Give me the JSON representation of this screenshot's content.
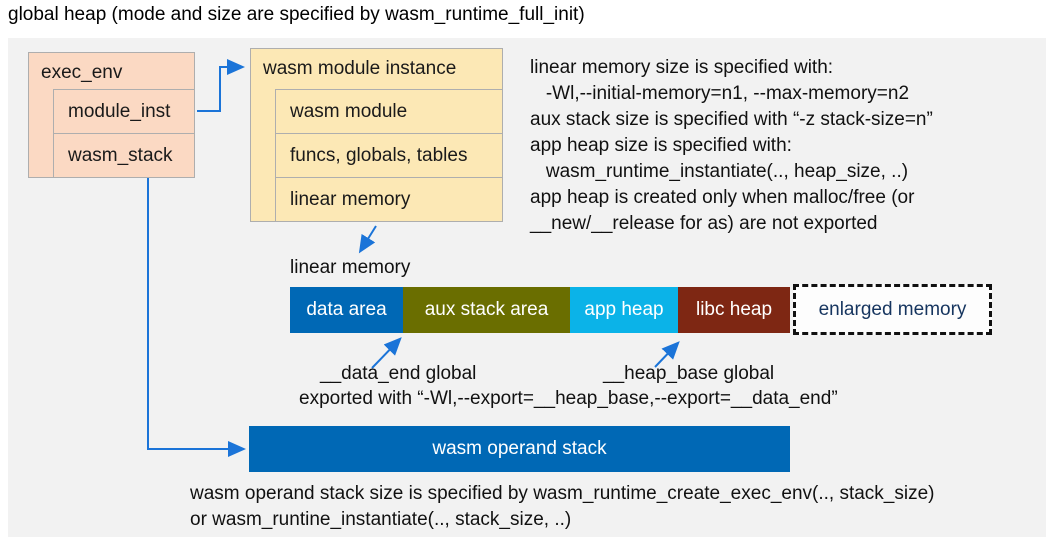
{
  "title": "global heap (mode and size are specified by wasm_runtime_full_init)",
  "exec_env": {
    "label": "exec_env",
    "items": [
      {
        "label": "module_inst"
      },
      {
        "label": "wasm_stack"
      }
    ]
  },
  "module_instance": {
    "label": "wasm module instance",
    "items": [
      {
        "label": "wasm module"
      },
      {
        "label": "funcs, globals, tables"
      },
      {
        "label": "linear memory"
      }
    ]
  },
  "notes_right": [
    "linear memory size is specified with:",
    "   -Wl,--initial-memory=n1, --max-memory=n2",
    "aux stack size is specified with “-z stack-size=n”",
    "app heap size is specified with:",
    "   wasm_runtime_instantiate(.., heap_size, ..)",
    "app heap is created only when malloc/free (or",
    "__new/__release for as) are not exported"
  ],
  "linear_memory": {
    "label": "linear memory",
    "segments": [
      {
        "label": "data area",
        "color": "#0068b5"
      },
      {
        "label": "aux stack area",
        "color": "#6a6e00"
      },
      {
        "label": "app heap",
        "color": "#0bb3e8"
      },
      {
        "label": "libc heap",
        "color": "#7e2713"
      },
      {
        "label": "enlarged memory",
        "color": "#ffffff"
      }
    ]
  },
  "annotations": {
    "data_end": "__data_end global",
    "heap_base": "__heap_base global",
    "exported": "exported with “-Wl,--export=__heap_base,--export=__data_end”"
  },
  "operand_stack": {
    "label": "wasm operand stack"
  },
  "notes_bottom": [
    "wasm operand stack size is specified by wasm_runtime_create_exec_env(.., stack_size)",
    "or wasm_runtine_instantiate(.., stack_size, ..)"
  ],
  "colors": {
    "panel_bg": "#f2f2f2",
    "exec_env_fill": "#fbd9c3",
    "module_instance_fill": "#fce8b5",
    "operand_stack_fill": "#0068b5",
    "enlarged_memory_text": "#16355f",
    "arrow": "#1b74d8"
  }
}
